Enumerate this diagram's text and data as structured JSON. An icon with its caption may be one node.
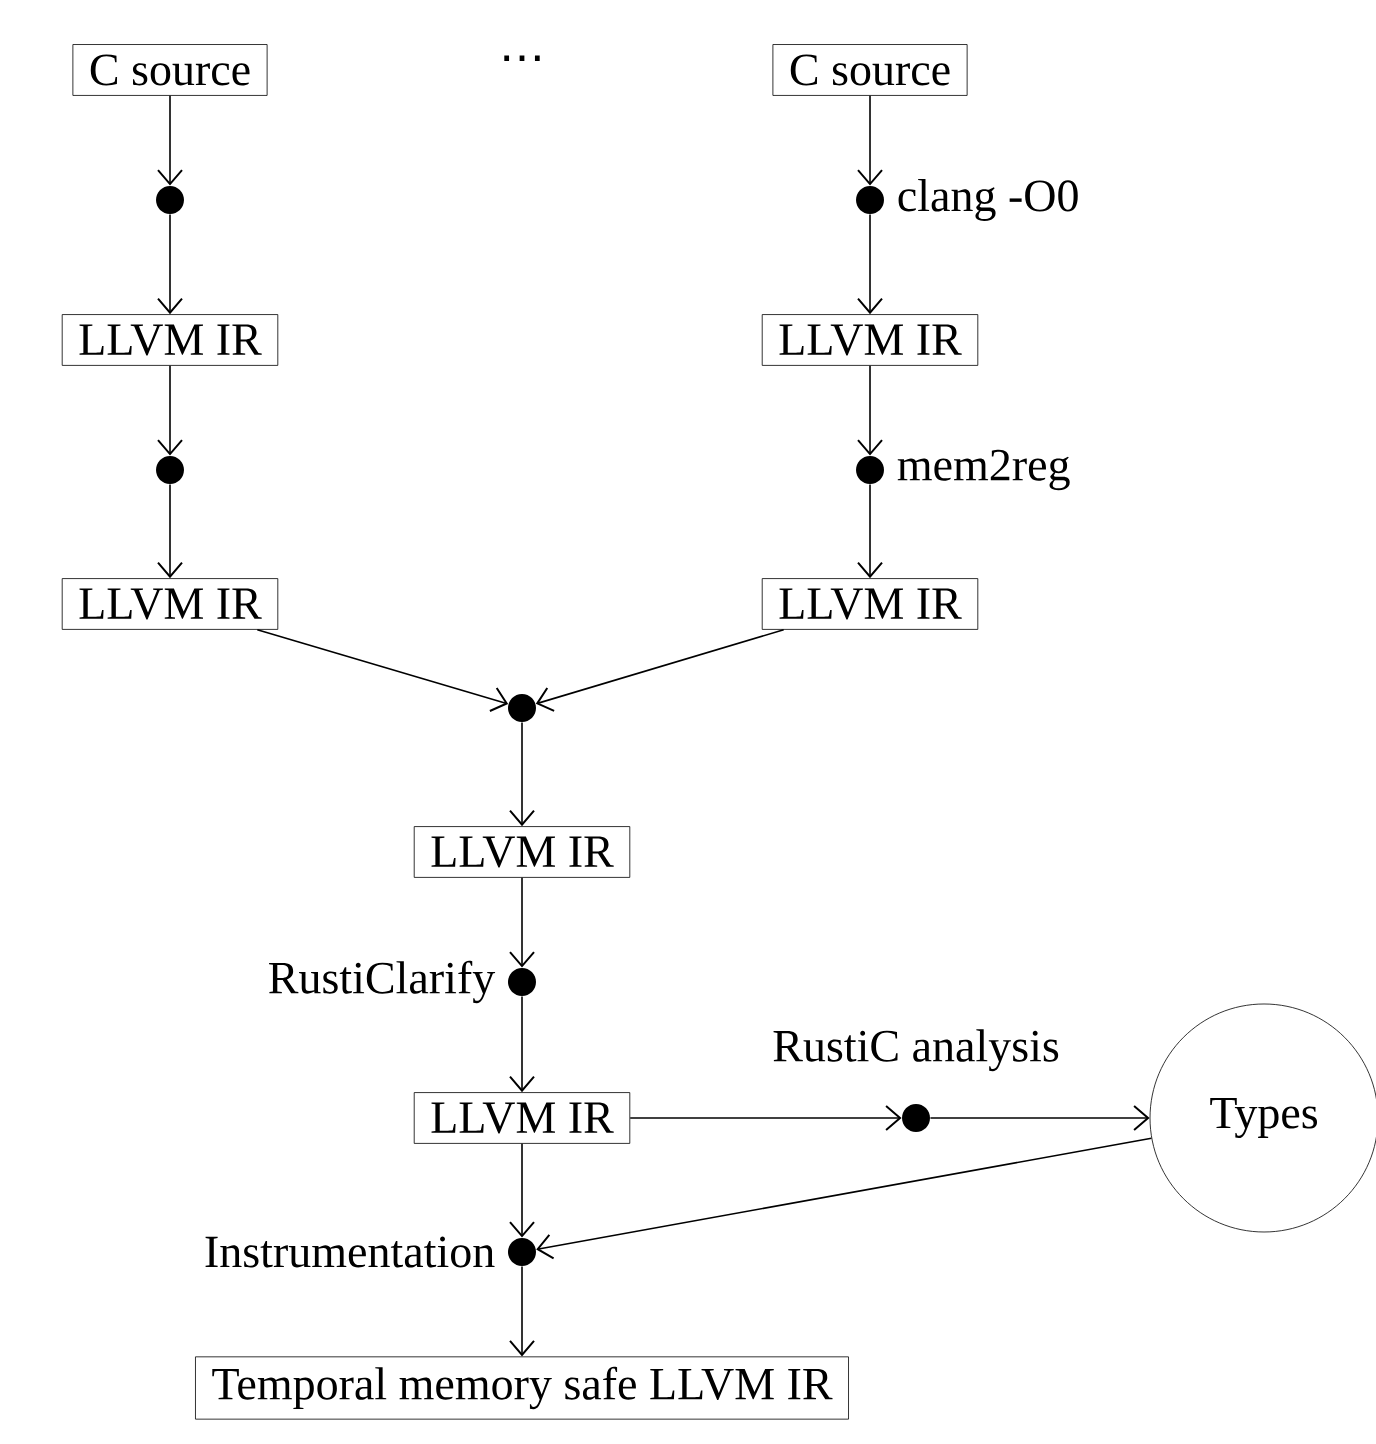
{
  "diagram": {
    "nodes": [
      {
        "text": [
          "C source"
        ]
      },
      {
        "text": [
          "C source"
        ]
      },
      {
        "text": [],
        "shape": "circle"
      },
      {
        "text": [],
        "shape": "circle",
        "beside": [
          "clang -O0"
        ]
      },
      {
        "text": [
          "LLVM IR"
        ]
      },
      {
        "text": [
          "LLVM IR"
        ]
      },
      {
        "text": [],
        "shape": "circle"
      },
      {
        "text": [],
        "shape": "circle",
        "beside": [
          "mem2reg"
        ]
      },
      {
        "text": [
          "LLVM IR"
        ]
      },
      {
        "text": [
          "LLVM IR"
        ]
      },
      {
        "text": [],
        "shape": "circle"
      },
      {
        "text": [
          "LLVM IR"
        ]
      },
      {
        "text": [],
        "shape": "circle",
        "beside": [
          "RustiClarify"
        ]
      },
      {
        "text": [
          "LLVM IR"
        ]
      },
      {
        "text": [],
        "shape": "circle",
        "beside": [
          "RustiC analysis"
        ]
      },
      {
        "text": [
          "Types"
        ]
      },
      {
        "text": [],
        "shape": "circle",
        "beside": [
          "Instrumentation"
        ]
      },
      {
        "text": [
          "Temporal memory safe LLVM IR"
        ]
      }
    ],
    "edges": [
      {
        "from": 0,
        "to": 2,
        "arrow": "to"
      },
      {
        "from": 2,
        "to": 4,
        "arrow": "to"
      },
      {
        "from": 4,
        "to": 6,
        "arrow": "to"
      },
      {
        "from": 6,
        "to": 8,
        "arrow": "to"
      },
      {
        "from": 1,
        "to": 3,
        "arrow": "to"
      },
      {
        "from": 3,
        "to": 5,
        "arrow": "to"
      },
      {
        "from": 5,
        "to": 7,
        "arrow": "to"
      },
      {
        "from": 7,
        "to": 9,
        "arrow": "to"
      },
      {
        "from": 8,
        "to": 10,
        "arrow": "to"
      },
      {
        "from": 9,
        "to": 10,
        "arrow": "to"
      },
      {
        "from": 10,
        "to": 11,
        "arrow": "to"
      },
      {
        "from": 11,
        "to": 12,
        "arrow": "to"
      },
      {
        "from": 12,
        "to": 13,
        "arrow": "to"
      },
      {
        "from": 13,
        "to": 14,
        "arrow": "to"
      },
      {
        "from": 14,
        "to": 15,
        "arrow": "to"
      },
      {
        "from": 15,
        "to": 16,
        "arrow": "to"
      },
      {
        "from": 13,
        "to": 16,
        "arrow": "to"
      },
      {
        "from": 16,
        "to": 17,
        "arrow": "to"
      }
    ],
    "labels": [
      "⋯"
    ]
  }
}
